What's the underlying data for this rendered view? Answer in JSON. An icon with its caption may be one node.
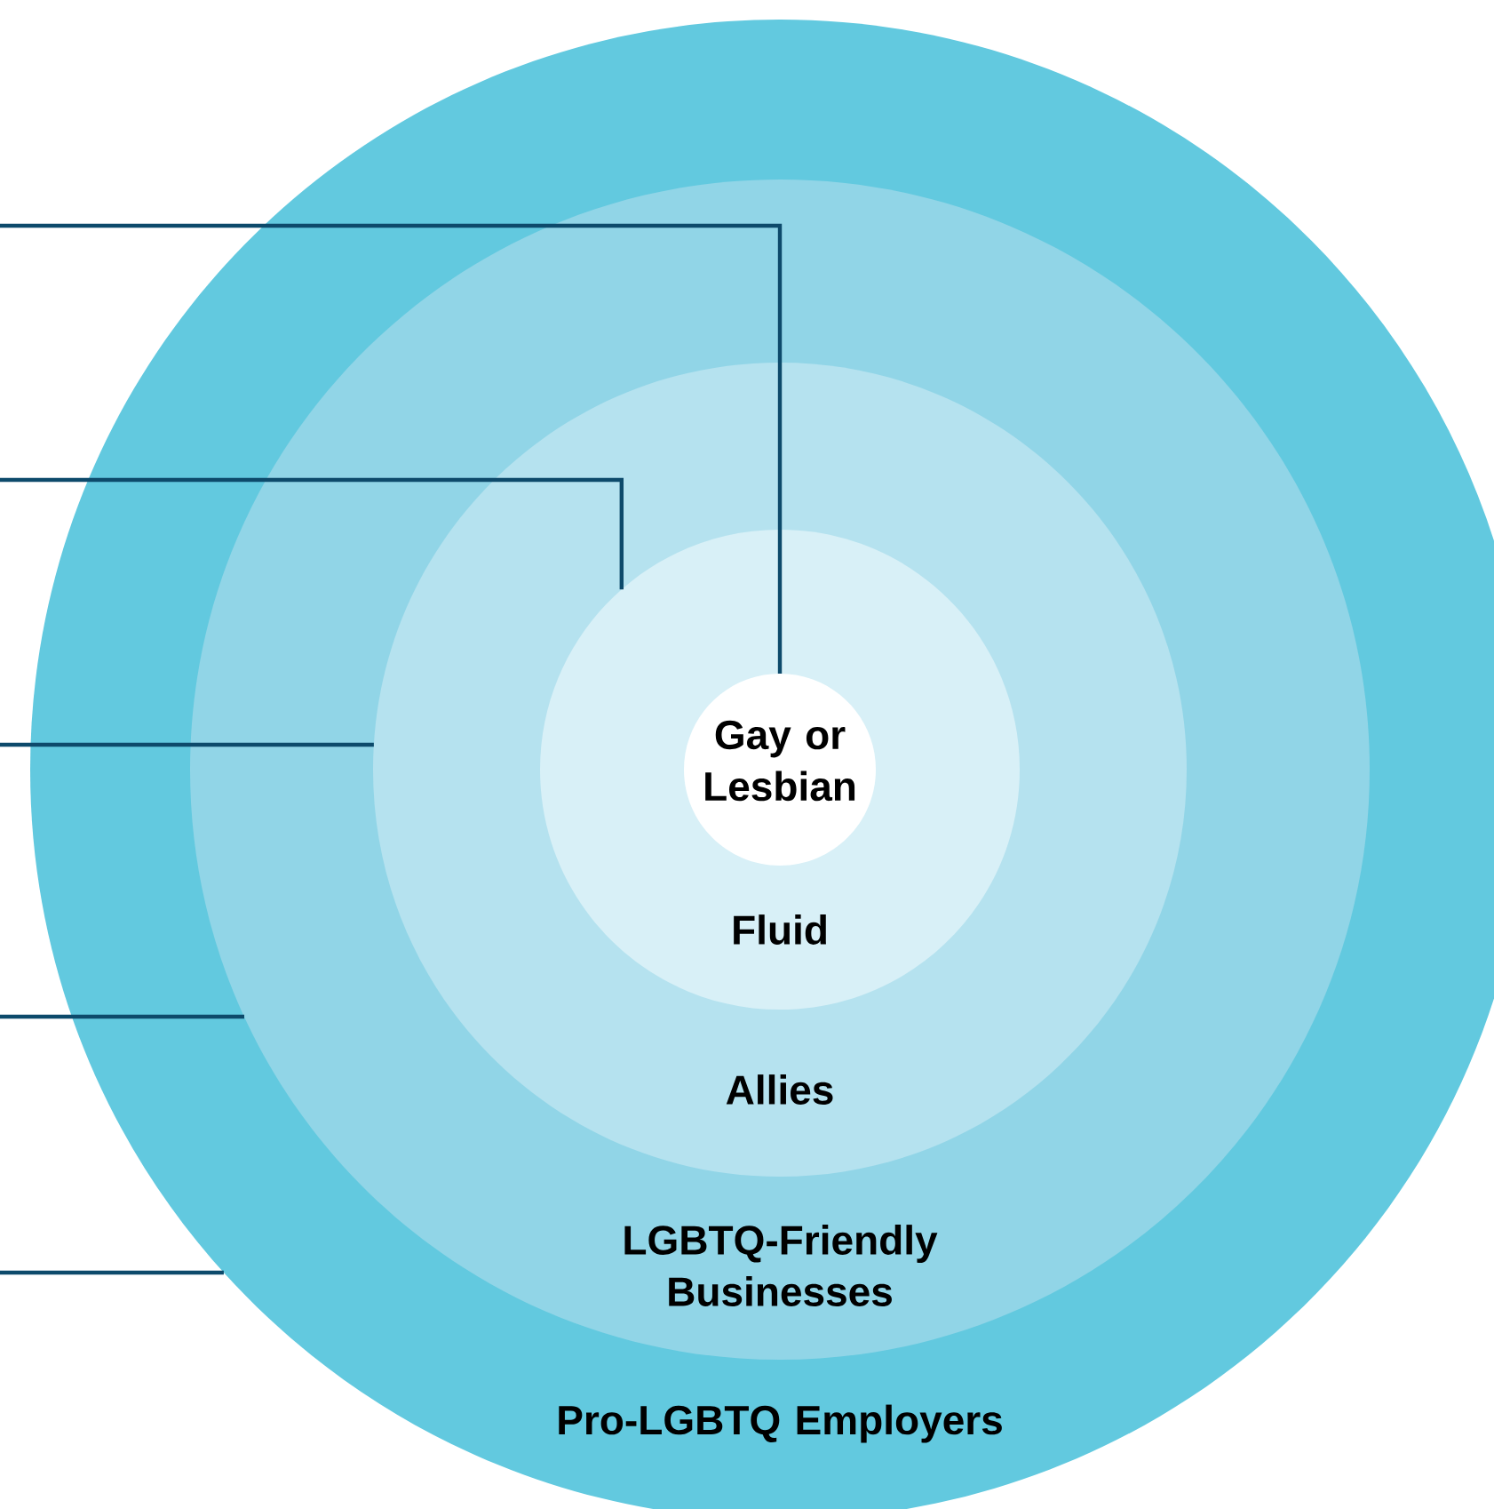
{
  "diagram": {
    "nodes": [
      {
        "text": [
          "Pro-LGBTQ Employers"
        ]
      },
      {
        "text": [
          "LGBTQ-Friendly Businesses"
        ],
        "in": 0
      },
      {
        "text": [
          "Allies"
        ],
        "in": 1
      },
      {
        "text": [
          "Fluid"
        ],
        "in": 2
      },
      {
        "text": [
          "Gay or Lesbian"
        ],
        "in": 3
      }
    ],
    "edges": [
      {
        "from": null,
        "to": 4,
        "arrow": "none"
      },
      {
        "from": null,
        "to": 3,
        "arrow": "none"
      },
      {
        "from": null,
        "to": 2,
        "arrow": "none"
      },
      {
        "from": null,
        "to": 1,
        "arrow": "none"
      },
      {
        "from": null,
        "to": 0,
        "arrow": "none"
      }
    ]
  }
}
